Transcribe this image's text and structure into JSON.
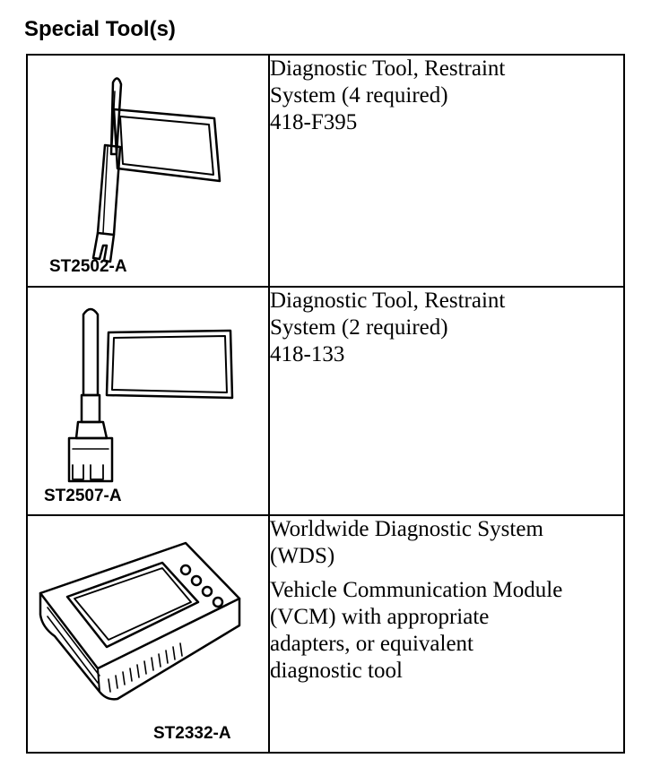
{
  "page": {
    "title": "Special Tool(s)"
  },
  "tools": [
    {
      "code": "ST2502-A",
      "illustration_icon": "restraint-diagnostic-tool-icon",
      "description_lines": [
        "Diagnostic Tool, Restraint",
        "System (4 required)",
        "418-F395"
      ],
      "extra_lines": []
    },
    {
      "code": "ST2507-A",
      "illustration_icon": "restraint-diagnostic-tool-connector-icon",
      "description_lines": [
        "Diagnostic Tool, Restraint",
        "System (2 required)",
        "418-133"
      ],
      "extra_lines": []
    },
    {
      "code": "ST2332-A",
      "illustration_icon": "diagnostic-system-handheld-icon",
      "description_lines": [
        "Worldwide Diagnostic System",
        "(WDS)"
      ],
      "extra_lines": [
        "Vehicle Communication Module",
        "(VCM) with appropriate",
        "adapters, or equivalent",
        "diagnostic tool"
      ]
    }
  ]
}
